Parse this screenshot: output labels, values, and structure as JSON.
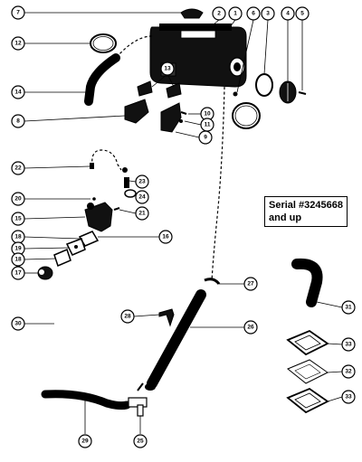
{
  "serial_note": {
    "line1": "Serial #3245668",
    "line2": "and up"
  },
  "callouts": [
    {
      "id": "callout-1",
      "label": "1"
    },
    {
      "id": "callout-2",
      "label": "2"
    },
    {
      "id": "callout-3",
      "label": "3"
    },
    {
      "id": "callout-4",
      "label": "4"
    },
    {
      "id": "callout-5",
      "label": "5"
    },
    {
      "id": "callout-6",
      "label": "6"
    },
    {
      "id": "callout-7",
      "label": "7"
    },
    {
      "id": "callout-8",
      "label": "8"
    },
    {
      "id": "callout-9",
      "label": "9"
    },
    {
      "id": "callout-10",
      "label": "10"
    },
    {
      "id": "callout-11",
      "label": "11"
    },
    {
      "id": "callout-12",
      "label": "12"
    },
    {
      "id": "callout-13",
      "label": "13"
    },
    {
      "id": "callout-14",
      "label": "14"
    },
    {
      "id": "callout-15",
      "label": "15"
    },
    {
      "id": "callout-16",
      "label": "16"
    },
    {
      "id": "callout-17",
      "label": "17"
    },
    {
      "id": "callout-18a",
      "label": "18"
    },
    {
      "id": "callout-18b",
      "label": "18"
    },
    {
      "id": "callout-19",
      "label": "19"
    },
    {
      "id": "callout-20",
      "label": "20"
    },
    {
      "id": "callout-21",
      "label": "21"
    },
    {
      "id": "callout-22",
      "label": "22"
    },
    {
      "id": "callout-23",
      "label": "23"
    },
    {
      "id": "callout-24",
      "label": "24"
    },
    {
      "id": "callout-25",
      "label": "25"
    },
    {
      "id": "callout-26",
      "label": "26"
    },
    {
      "id": "callout-27",
      "label": "27"
    },
    {
      "id": "callout-28",
      "label": "28"
    },
    {
      "id": "callout-29",
      "label": "29"
    },
    {
      "id": "callout-30",
      "label": "30"
    },
    {
      "id": "callout-31",
      "label": "31"
    },
    {
      "id": "callout-32",
      "label": "32"
    },
    {
      "id": "callout-33a",
      "label": "33"
    },
    {
      "id": "callout-33b",
      "label": "33"
    }
  ]
}
